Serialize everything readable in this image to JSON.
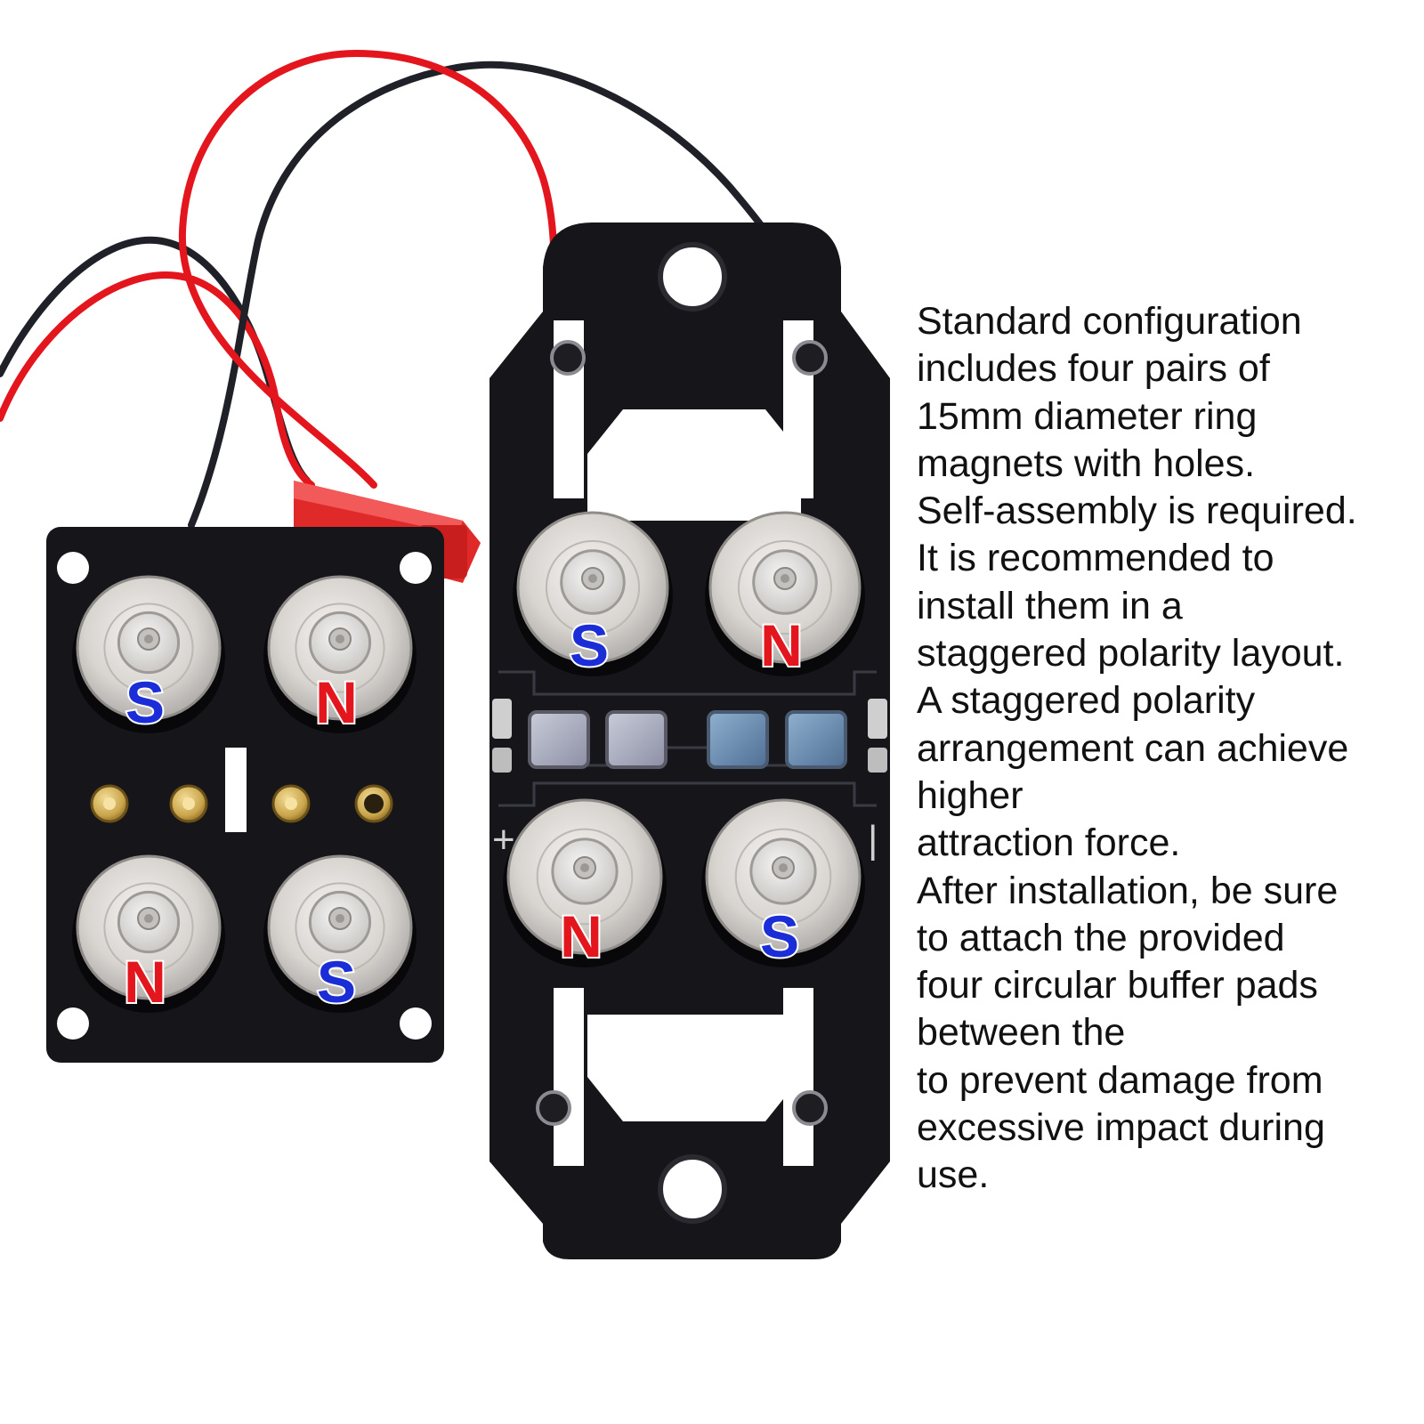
{
  "colors": {
    "background": "#ffffff",
    "board": "#16161a",
    "red_wire": "#e3161e",
    "black_wire": "#202028",
    "south_pole": "#1a2dd6",
    "north_pole": "#e3161e",
    "connector": "#e02a2a",
    "brass_pin": "#c9a44c"
  },
  "left_board": {
    "magnets": [
      {
        "pole": "S",
        "color": "#1a2dd6"
      },
      {
        "pole": "N",
        "color": "#e3161e"
      },
      {
        "pole": "N",
        "color": "#e3161e"
      },
      {
        "pole": "S",
        "color": "#1a2dd6"
      }
    ]
  },
  "right_board": {
    "magnets": [
      {
        "pole": "S",
        "color": "#1a2dd6"
      },
      {
        "pole": "N",
        "color": "#e3161e"
      },
      {
        "pole": "N",
        "color": "#e3161e"
      },
      {
        "pole": "S",
        "color": "#1a2dd6"
      }
    ],
    "plus_mark": "+",
    "minus_mark": "|"
  },
  "description": [
    "Standard configuration",
    "includes four pairs of",
    "15mm diameter ring",
    "magnets with holes.",
    "Self-assembly is required.",
    "It is recommended to",
    "install them in a",
    "staggered polarity layout.",
    "A staggered polarity",
    "arrangement can achieve",
    "higher",
    "attraction force.",
    "After installation, be sure",
    "to attach the provided",
    "four circular buffer pads",
    "between the",
    "to prevent damage from",
    "excessive impact during",
    "use."
  ]
}
